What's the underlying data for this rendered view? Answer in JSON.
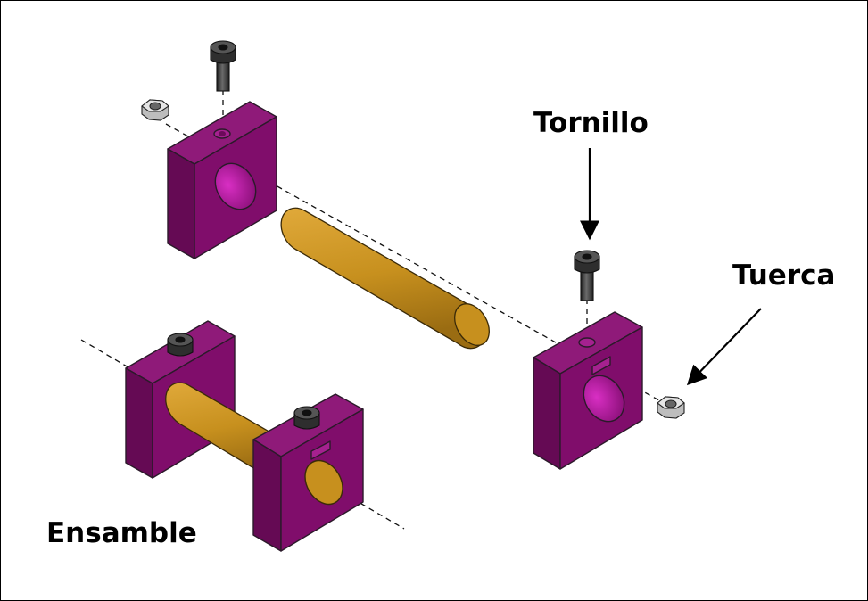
{
  "labels": {
    "bolt": "Tornillo",
    "nut": "Tuerca",
    "assembly": "Ensamble"
  },
  "colors": {
    "block_front": "#800d6b",
    "block_side": "#650a54",
    "block_top": "#8f1a79",
    "bore": "#c21fad",
    "rod": "#c7901e",
    "rod_dark": "#a97714",
    "bolt": "#3a3a3a",
    "nut": "#d4d4d4",
    "outline": "#2b1a2a",
    "line": "#000000"
  },
  "parts": {
    "blocks": "mounting-block",
    "rod": "shaft",
    "bolt": "socket-head-bolt",
    "nut": "hex-nut"
  }
}
